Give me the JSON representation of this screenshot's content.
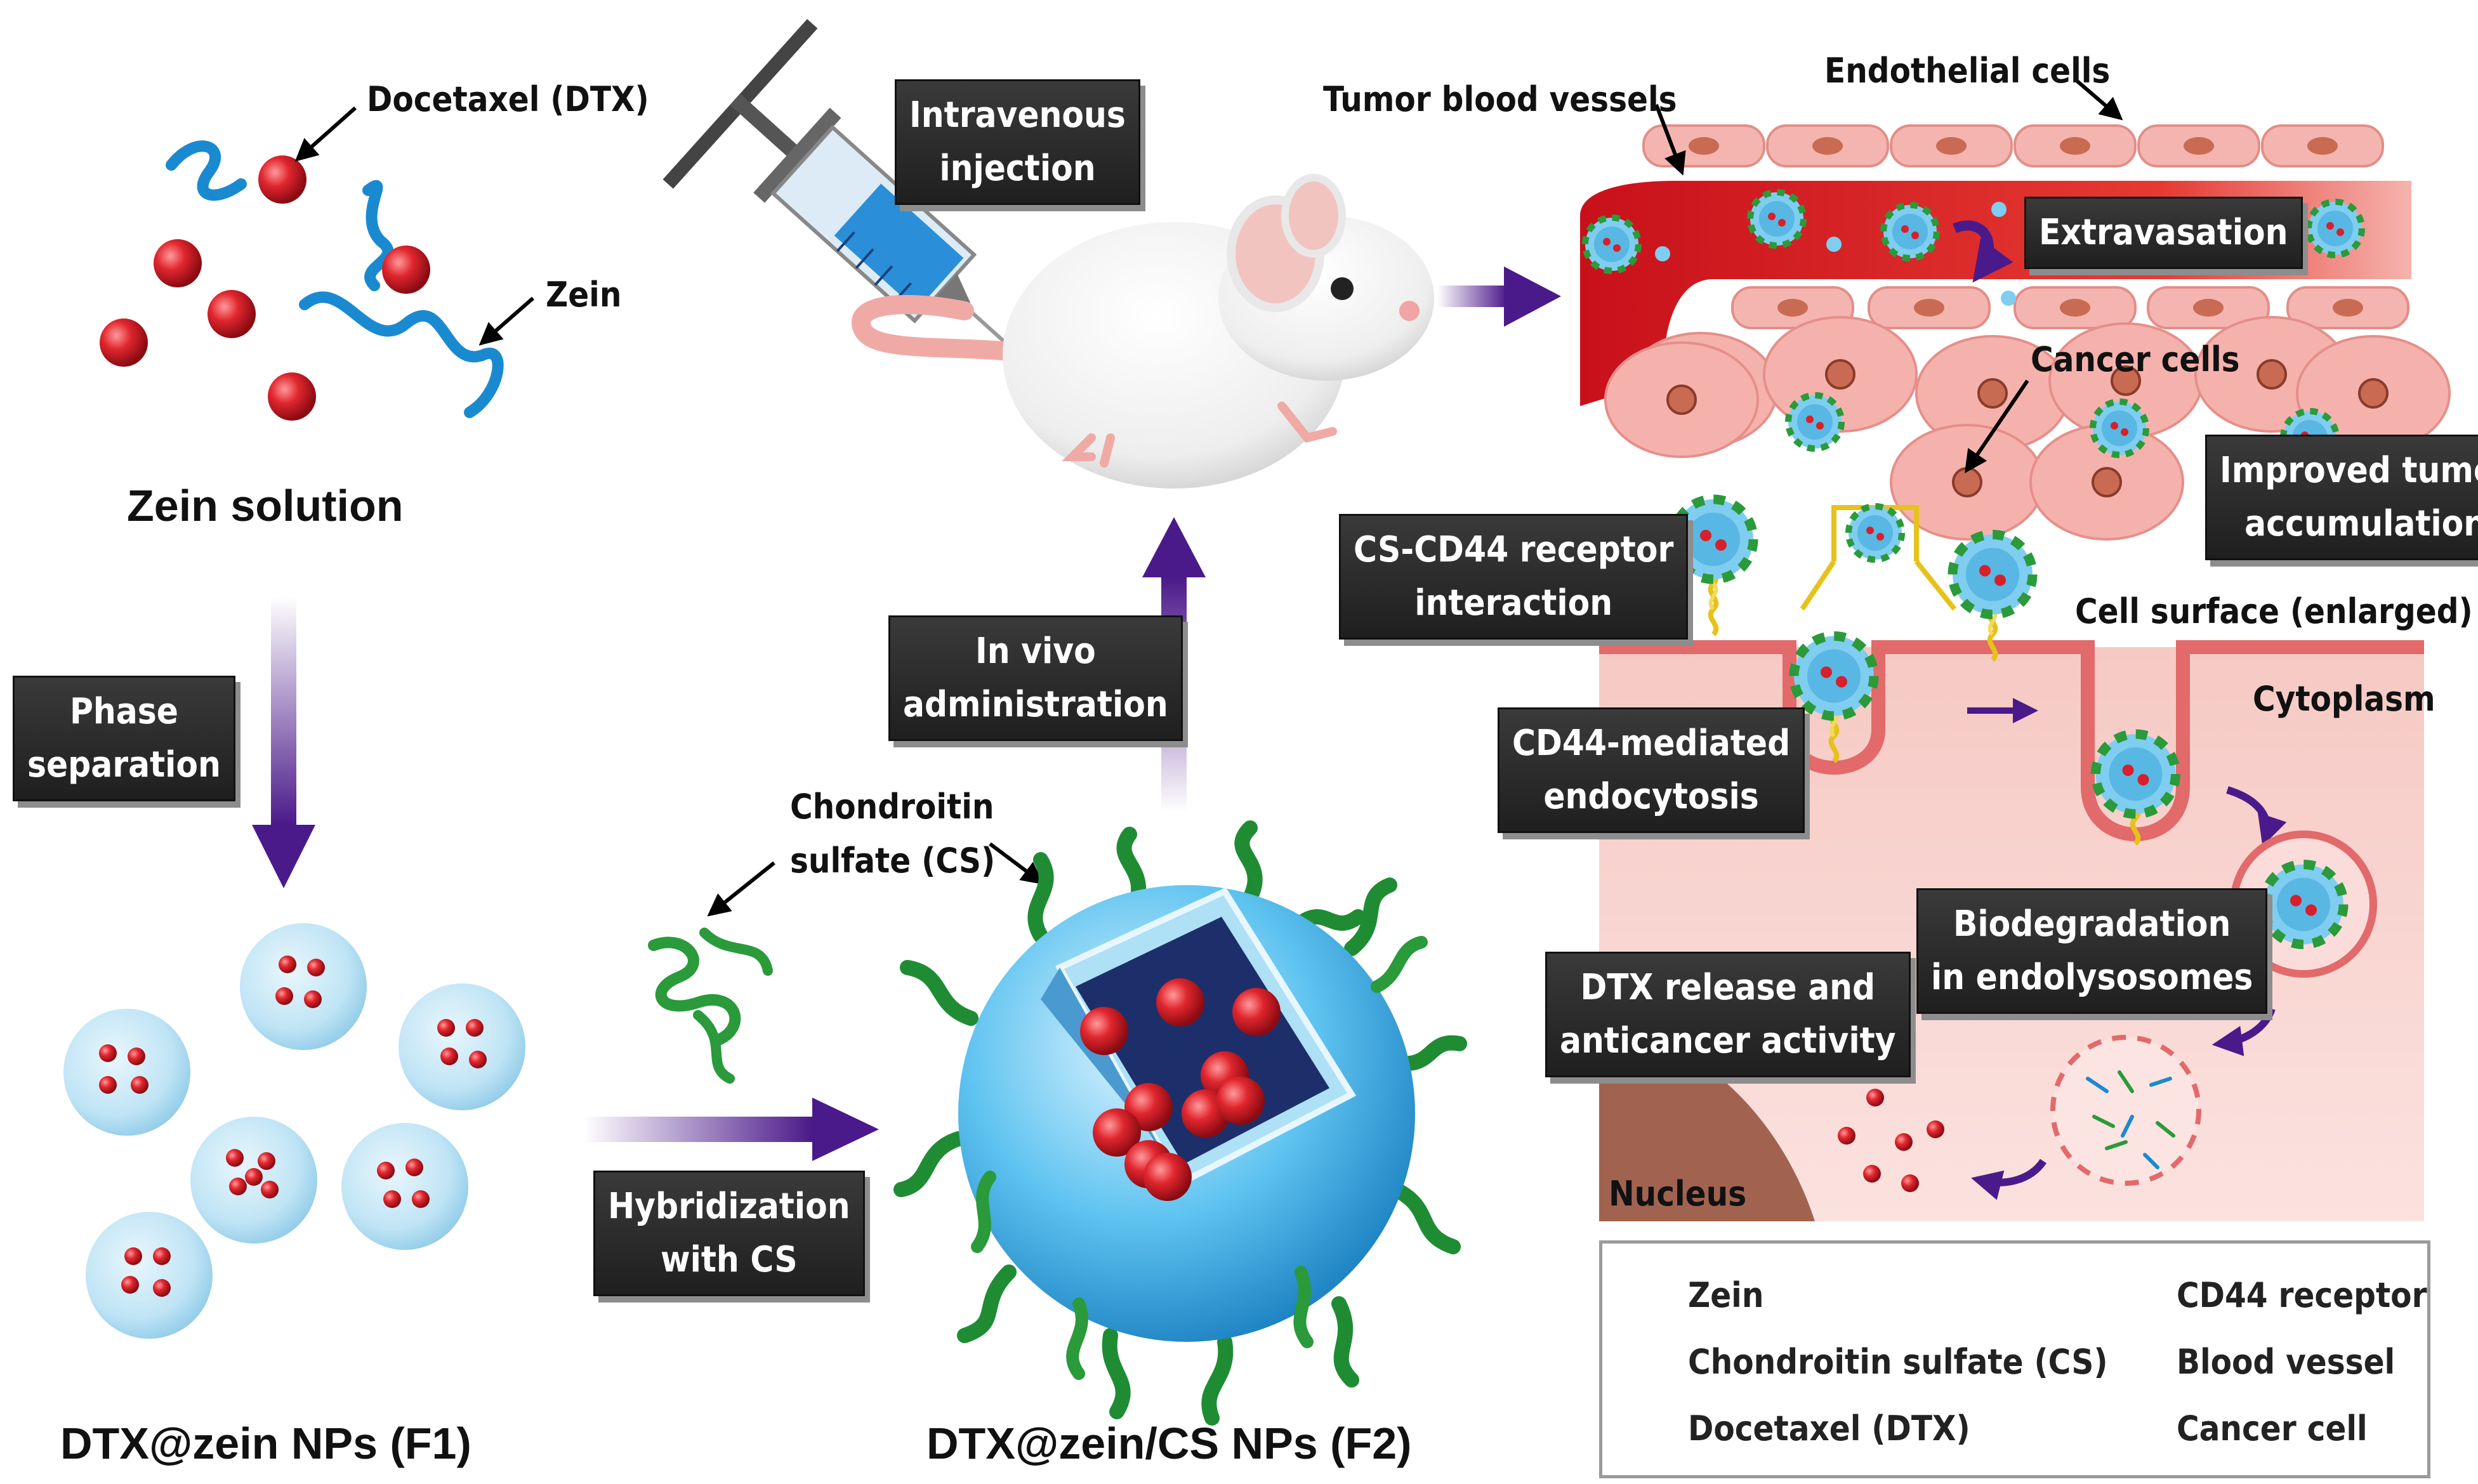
{
  "labels": {
    "docetaxel_callout": "Docetaxel (DTX)",
    "zein_callout": "Zein",
    "zein_solution": "Zein solution",
    "f1_title": "DTX@zein NPs (F1)",
    "f2_title": "DTX@zein/CS NPs (F2)",
    "cs_callout_line1": "Chondroitin",
    "cs_callout_line2": "sulfate (CS)",
    "tumor_blood_vessels": "Tumor blood vessels",
    "endothelial_cells": "Endothelial cells",
    "cancer_cells": "Cancer cells",
    "cell_surface": "Cell surface (enlarged)",
    "cytoplasm": "Cytoplasm",
    "nucleus": "Nucleus"
  },
  "tags": {
    "phase_separation": [
      "Phase",
      "separation"
    ],
    "hybridization": [
      "Hybridization",
      "with CS"
    ],
    "in_vivo": [
      "In vivo",
      "administration"
    ],
    "iv_injection": [
      "Intravenous",
      "injection"
    ],
    "extravasation": [
      "Extravasation"
    ],
    "improved_accumulation": [
      "Improved tumor",
      "accumulation"
    ],
    "cs_cd44": [
      "CS-CD44 receptor",
      "interaction"
    ],
    "cd44_endocytosis": [
      "CD44-mediated",
      "endocytosis"
    ],
    "biodegradation": [
      "Biodegradation",
      "in endolysosomes"
    ],
    "dtx_release": [
      "DTX release and",
      "anticancer activity"
    ]
  },
  "legend": {
    "zein": "Zein",
    "cs": "Chondroitin sulfate (CS)",
    "dtx": "Docetaxel (DTX)",
    "cd44": "CD44 receptor",
    "vessel": "Blood vessel",
    "cancer_cell": "Cancer cell"
  },
  "colors": {
    "arrow_purple": "#4b1a8a",
    "dtx_red": "#d8202a",
    "zein_blue": "#1a8ad0",
    "cs_green": "#2a9a3a",
    "vessel_red": "#d9201e",
    "cell_pink": "#f4b9b5",
    "cytoplasm_pink": "#f8d3d0",
    "np_blue": "#bfe4f5",
    "receptor_yellow": "#e6c21a"
  }
}
